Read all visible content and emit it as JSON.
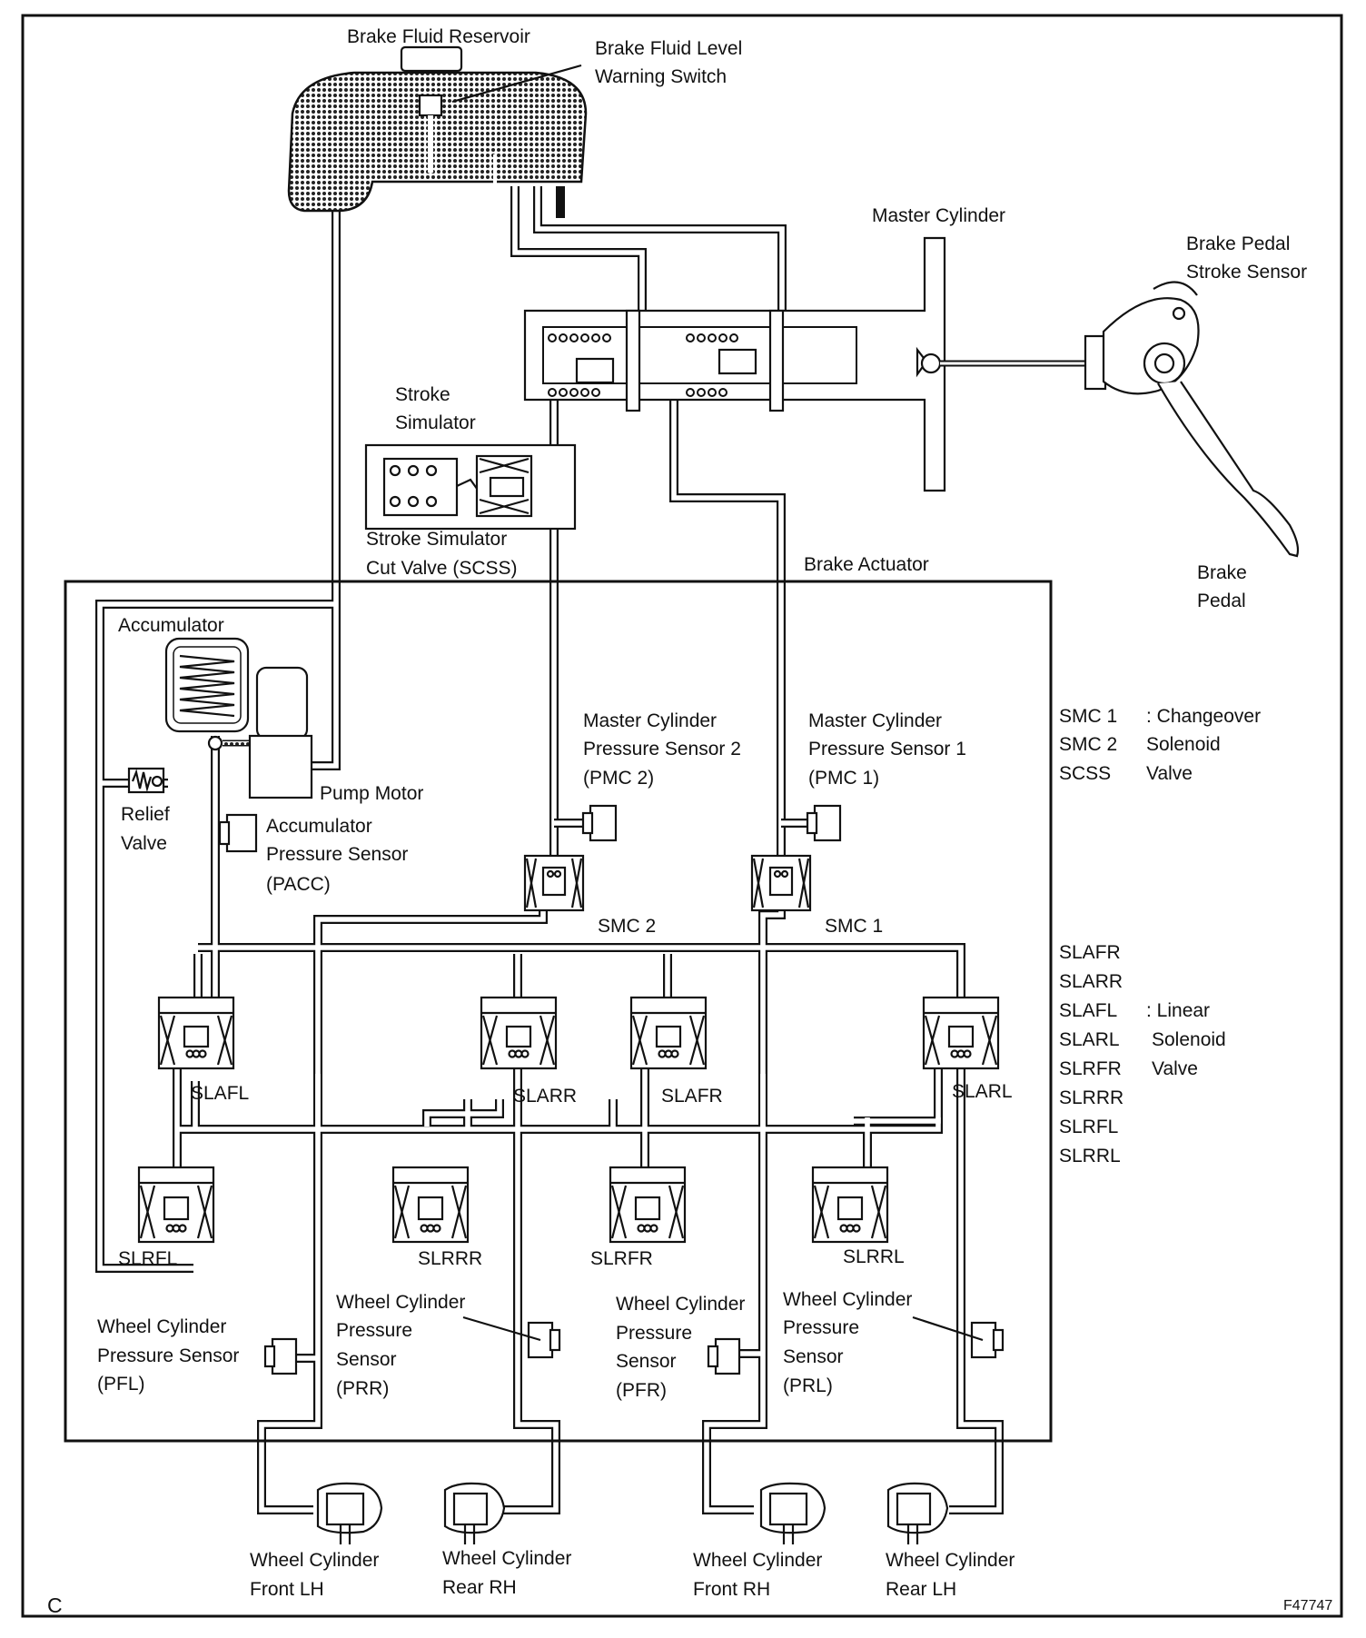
{
  "figure_id": "F47747",
  "panel_letter": "C",
  "labels": {
    "reservoir_l1": "Brake Fluid Reservoir",
    "level_switch_l1": "Brake Fluid Level",
    "level_switch_l2": "Warning Switch",
    "master_cylinder": "Master Cylinder",
    "pedal_sensor_l1": "Brake Pedal",
    "pedal_sensor_l2": "Stroke Sensor",
    "stroke_sim_l1": "Stroke",
    "stroke_sim_l2": "Simulator",
    "scss_l1": "Stroke Simulator",
    "scss_l2": "Cut Valve (SCSS)",
    "brake_actuator": "Brake Actuator",
    "brake_pedal_l1": "Brake",
    "brake_pedal_l2": "Pedal",
    "accumulator": "Accumulator",
    "pump_motor": "Pump Motor",
    "relief_l1": "Relief",
    "relief_l2": "Valve",
    "pacc_l1": "Accumulator",
    "pacc_l2": "Pressure Sensor",
    "pacc_l3": "(PACC)",
    "pmc2_l1": "Master Cylinder",
    "pmc2_l2": "Pressure Sensor 2",
    "pmc2_l3": "(PMC 2)",
    "pmc1_l1": "Master Cylinder",
    "pmc1_l2": "Pressure Sensor 1",
    "pmc1_l3": "(PMC 1)",
    "smc2": "SMC 2",
    "smc1": "SMC 1",
    "slafl": "SLAFL",
    "slarr": "SLARR",
    "slafr": "SLAFR",
    "slarl": "SLARL",
    "slrfl": "SLRFL",
    "slrrr": "SLRRR",
    "slrfr": "SLRFR",
    "slrrl": "SLRRL",
    "pfl_l1": "Wheel Cylinder",
    "pfl_l2": "Pressure Sensor",
    "pfl_l3": "(PFL)",
    "prr_l1": "Wheel Cylinder",
    "prr_l2": "Pressure",
    "prr_l3": "Sensor",
    "prr_l4": "(PRR)",
    "pfr_l1": "Wheel Cylinder",
    "pfr_l2": "Pressure",
    "pfr_l3": "Sensor",
    "pfr_l4": "(PFR)",
    "prl_l1": "Wheel Cylinder",
    "prl_l2": "Pressure",
    "prl_l3": "Sensor",
    "prl_l4": "(PRL)",
    "wc_flh_l1": "Wheel Cylinder",
    "wc_flh_l2": "Front LH",
    "wc_rrh_l1": "Wheel Cylinder",
    "wc_rrh_l2": "Rear RH",
    "wc_frh_l1": "Wheel Cylinder",
    "wc_frh_l2": "Front RH",
    "wc_rlh_l1": "Wheel Cylinder",
    "wc_rlh_l2": "Rear LH"
  },
  "legend_changeover": {
    "codes": [
      "SMC 1",
      "SMC 2",
      "SCSS"
    ],
    "desc": [
      ": Changeover",
      "Solenoid",
      "Valve"
    ]
  },
  "legend_linear": {
    "codes": [
      "SLAFR",
      "SLARR",
      "SLAFL",
      "SLARL",
      "SLRFR",
      "SLRRR",
      "SLRFL",
      "SLRRL"
    ],
    "desc": [
      ": Linear",
      "Solenoid",
      "Valve"
    ]
  }
}
